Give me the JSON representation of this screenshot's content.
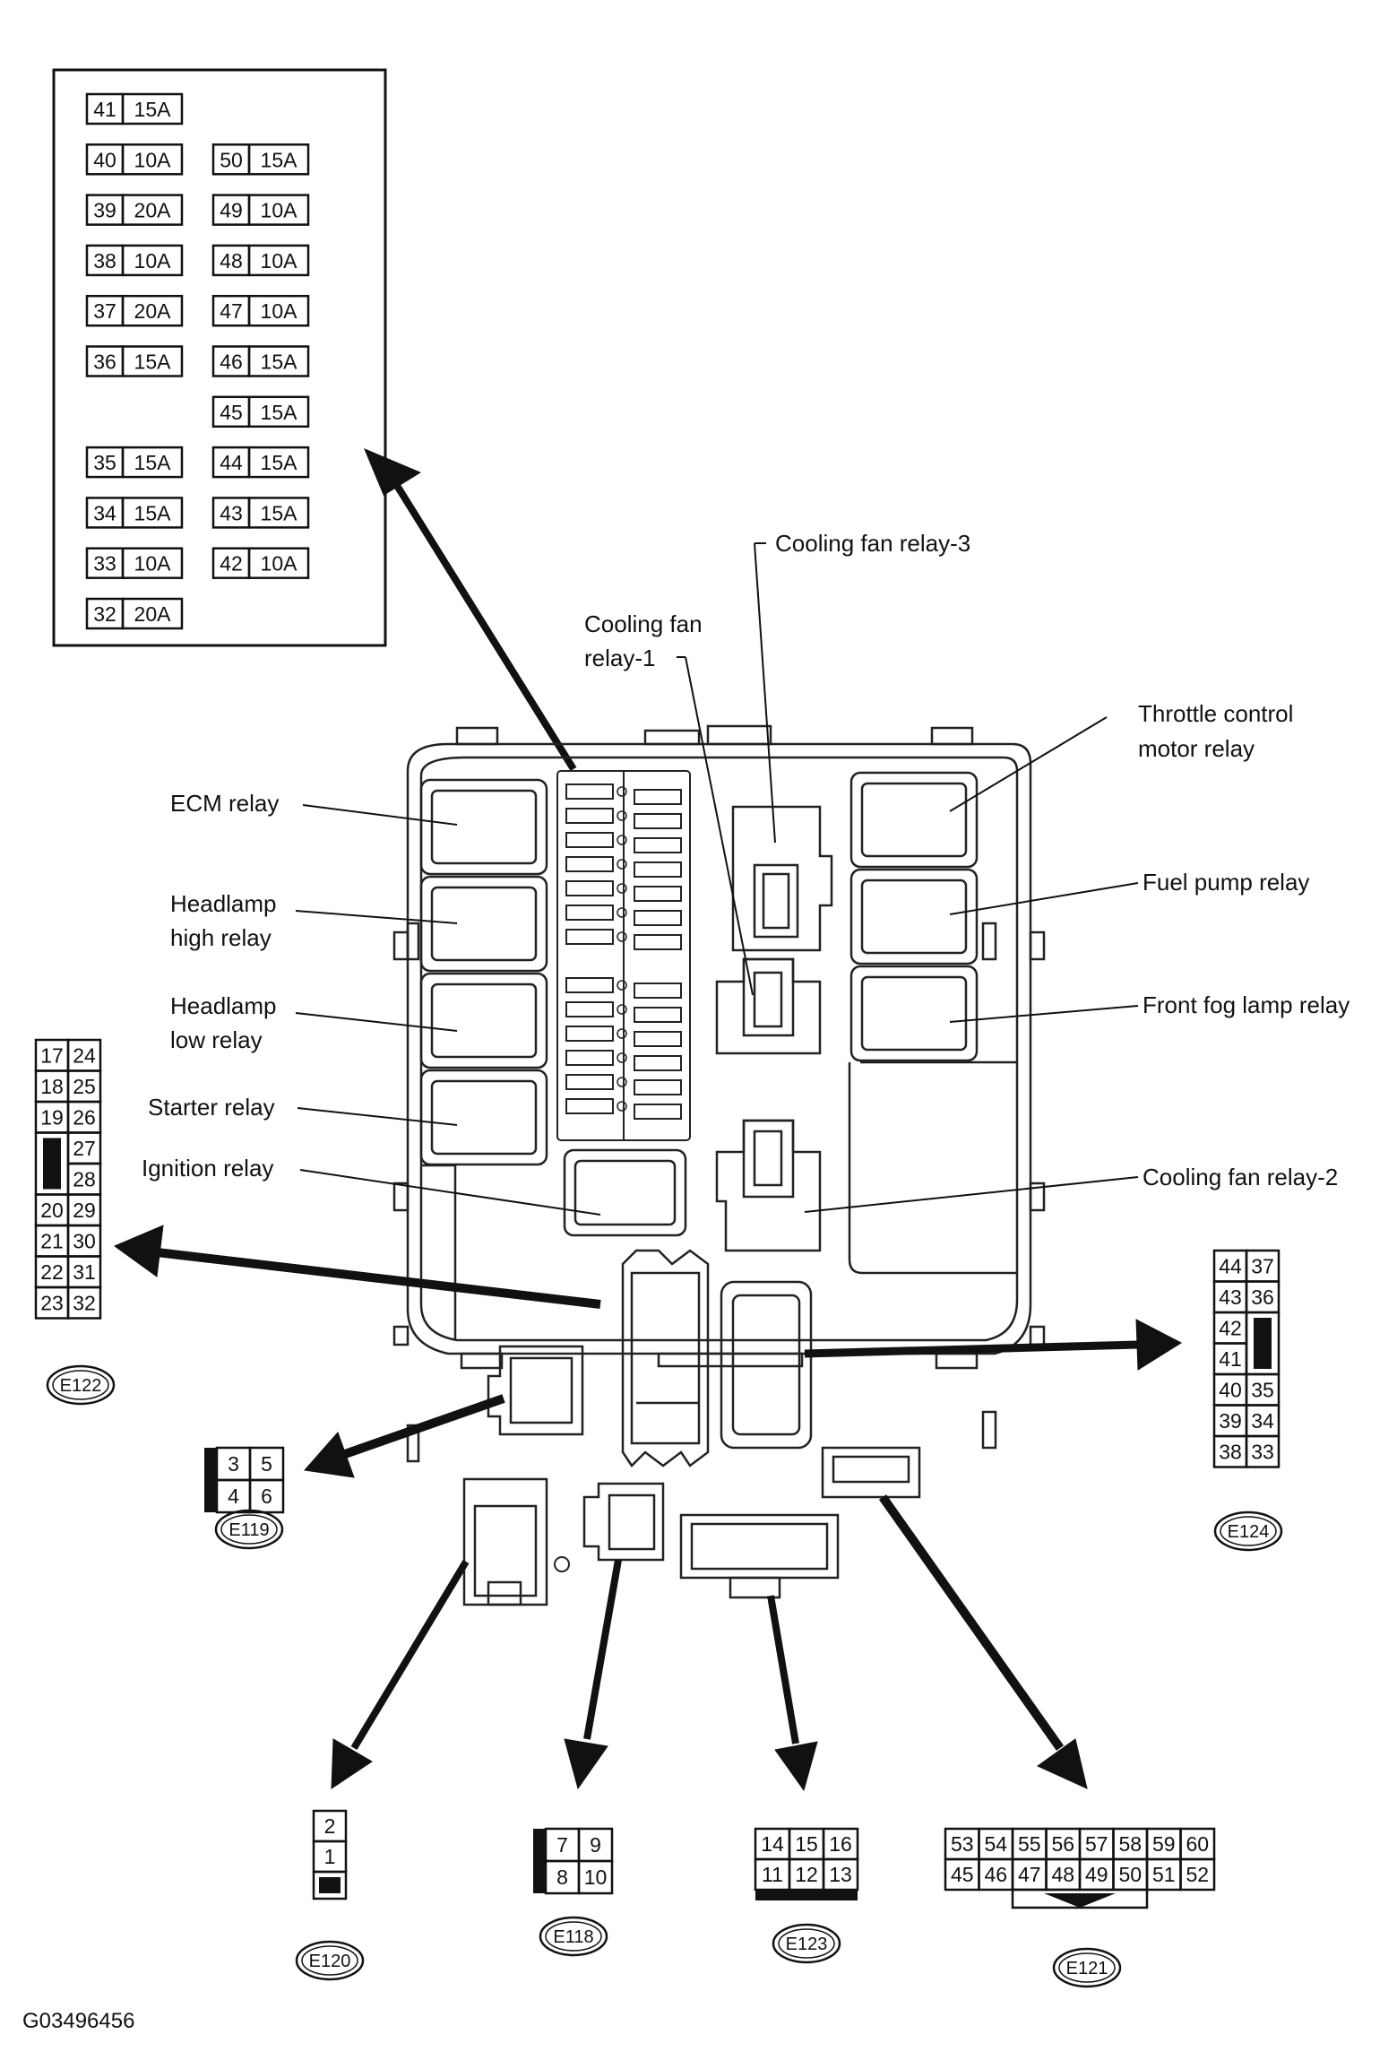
{
  "fuse_block": {
    "left_column": [
      {
        "num": "41",
        "amp": "15A"
      },
      {
        "num": "40",
        "amp": "10A"
      },
      {
        "num": "39",
        "amp": "20A"
      },
      {
        "num": "38",
        "amp": "10A"
      },
      {
        "num": "37",
        "amp": "20A"
      },
      {
        "num": "36",
        "amp": "15A"
      },
      null,
      {
        "num": "35",
        "amp": "15A"
      },
      {
        "num": "34",
        "amp": "15A"
      },
      {
        "num": "33",
        "amp": "10A"
      },
      {
        "num": "32",
        "amp": "20A"
      }
    ],
    "right_column": [
      null,
      {
        "num": "50",
        "amp": "15A"
      },
      {
        "num": "49",
        "amp": "10A"
      },
      {
        "num": "48",
        "amp": "10A"
      },
      {
        "num": "47",
        "amp": "10A"
      },
      {
        "num": "46",
        "amp": "15A"
      },
      {
        "num": "45",
        "amp": "15A"
      },
      {
        "num": "44",
        "amp": "15A"
      },
      {
        "num": "43",
        "amp": "15A"
      },
      {
        "num": "42",
        "amp": "10A"
      },
      null
    ]
  },
  "labels": {
    "cooling_fan_relay_3": "Cooling fan relay-3",
    "cooling_fan_relay_1_line1": "Cooling fan",
    "cooling_fan_relay_1_line2": "relay-1",
    "throttle_line1": "Throttle control",
    "throttle_line2": "motor relay",
    "ecm_relay": "ECM relay",
    "headlamp_high_line1": "Headlamp",
    "headlamp_high_line2": "high relay",
    "fuel_pump_relay": "Fuel pump relay",
    "headlamp_low_line1": "Headlamp",
    "headlamp_low_line2": "low relay",
    "front_fog_lamp_relay": "Front fog lamp relay",
    "starter_relay": "Starter relay",
    "ignition_relay": "Ignition relay",
    "cooling_fan_relay_2": "Cooling fan relay-2"
  },
  "connectors": {
    "e122": {
      "code": "E122",
      "left": [
        "17",
        "18",
        "19",
        "",
        "",
        "20",
        "21",
        "22",
        "23"
      ],
      "right": [
        "24",
        "25",
        "26",
        "27",
        "28",
        "29",
        "30",
        "31",
        "32"
      ]
    },
    "e124": {
      "code": "E124",
      "left": [
        "44",
        "43",
        "42",
        "41",
        "40",
        "39",
        "38"
      ],
      "right": [
        "37",
        "36",
        "",
        "",
        "35",
        "34",
        "33"
      ]
    },
    "e119": {
      "code": "E119",
      "cells": [
        "3",
        "5",
        "4",
        "6"
      ]
    },
    "e120": {
      "code": "E120",
      "cells": [
        "2",
        "1"
      ]
    },
    "e118": {
      "code": "E118",
      "cells": [
        "7",
        "9",
        "8",
        "10"
      ]
    },
    "e123": {
      "code": "E123",
      "top": [
        "14",
        "15",
        "16"
      ],
      "bottom": [
        "11",
        "12",
        "13"
      ]
    },
    "e121": {
      "code": "E121",
      "top": [
        "53",
        "54",
        "55",
        "56",
        "57",
        "58",
        "59",
        "60"
      ],
      "bottom": [
        "45",
        "46",
        "47",
        "48",
        "49",
        "50",
        "51",
        "52"
      ]
    }
  },
  "figure_id": "G03496456"
}
